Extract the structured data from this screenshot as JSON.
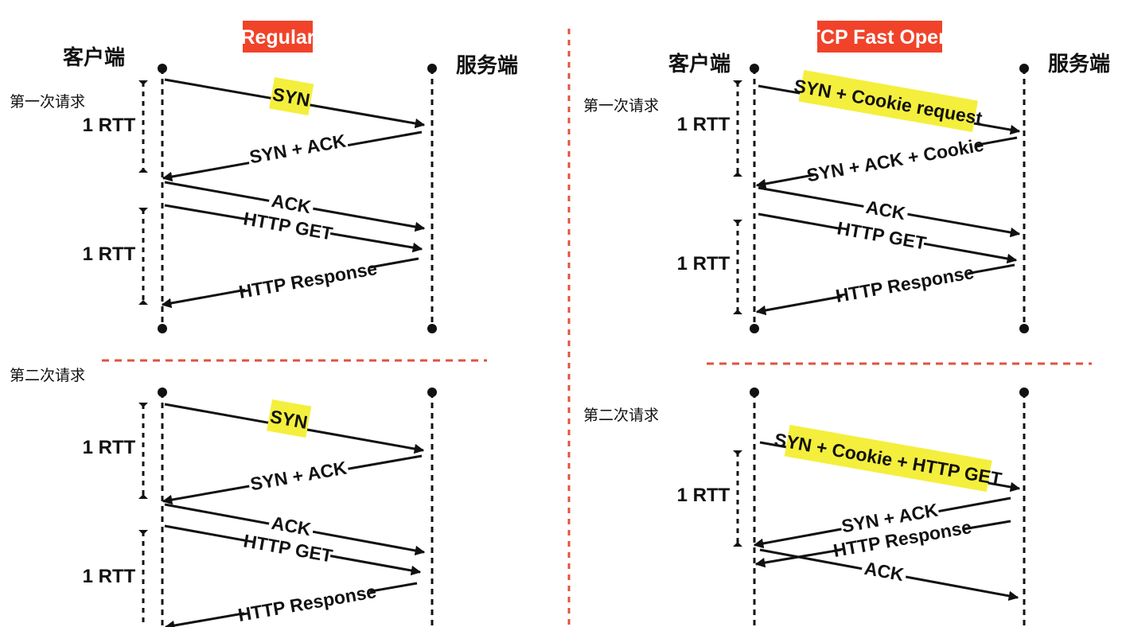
{
  "colors": {
    "title_bg": "#f0432a",
    "highlight": "#f4ef3c",
    "divider": "#e0533f",
    "ink": "#111111"
  },
  "left": {
    "title": "Regular",
    "client": "客户端",
    "server": "服务端",
    "first_request": "第一次请求",
    "second_request": "第二次请求",
    "rtt": "1 RTT",
    "messages": {
      "syn": "SYN",
      "syn_ack": "SYN + ACK",
      "ack": "ACK",
      "http_get": "HTTP GET",
      "http_response": "HTTP Response"
    }
  },
  "right": {
    "title": "TCP Fast Open",
    "client": "客户端",
    "server": "服务端",
    "first_request": "第一次请求",
    "second_request": "第二次请求",
    "rtt": "1 RTT",
    "messages": {
      "syn_cookie_request": "SYN + Cookie request",
      "syn_ack_cookie": "SYN + ACK + Cookie",
      "ack": "ACK",
      "http_get": "HTTP GET",
      "http_response": "HTTP Response",
      "syn_cookie_get": "SYN + Cookie + HTTP GET",
      "syn_ack": "SYN + ACK",
      "http_response_2": "HTTP Response",
      "ack_2": "ACK"
    }
  }
}
